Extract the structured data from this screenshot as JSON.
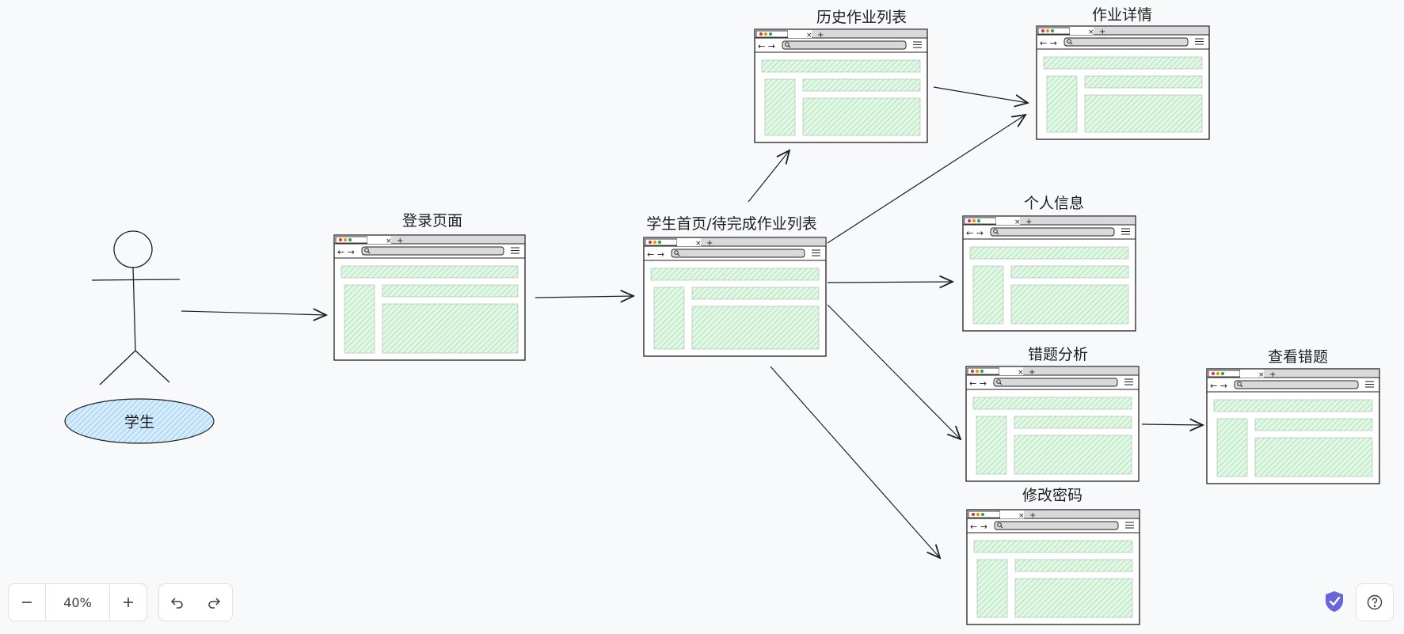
{
  "diagram": {
    "actor": {
      "name": "学生"
    },
    "pages": [
      {
        "id": "login",
        "title": "登录页面"
      },
      {
        "id": "home",
        "title": "学生首页/待完成作业列表"
      },
      {
        "id": "history",
        "title": "历史作业列表"
      },
      {
        "id": "detail",
        "title": "作业详情"
      },
      {
        "id": "profile",
        "title": "个人信息"
      },
      {
        "id": "mistakes",
        "title": "错题分析"
      },
      {
        "id": "view-mistakes",
        "title": "查看错题"
      },
      {
        "id": "password",
        "title": "修改密码"
      }
    ],
    "edges": [
      {
        "from": "actor",
        "to": "login"
      },
      {
        "from": "login",
        "to": "home"
      },
      {
        "from": "home",
        "to": "history"
      },
      {
        "from": "home",
        "to": "detail"
      },
      {
        "from": "history",
        "to": "detail"
      },
      {
        "from": "home",
        "to": "profile"
      },
      {
        "from": "home",
        "to": "mistakes"
      },
      {
        "from": "home",
        "to": "password"
      },
      {
        "from": "mistakes",
        "to": "view-mistakes"
      }
    ]
  },
  "toolbar": {
    "zoom_out_icon": "minus-icon",
    "zoom_level": "40%",
    "zoom_in_icon": "plus-icon",
    "undo_icon": "undo-icon",
    "redo_icon": "redo-icon",
    "help_icon": "question-icon",
    "shield_icon": "shield-check-icon"
  },
  "colors": {
    "wireframe_fill": "#b2f2bb",
    "actor_ellipse_fill": "#a5d8ff",
    "stroke": "#1e1e1e",
    "canvas_bg": "#f8f9fa",
    "shield": "#6965db"
  }
}
